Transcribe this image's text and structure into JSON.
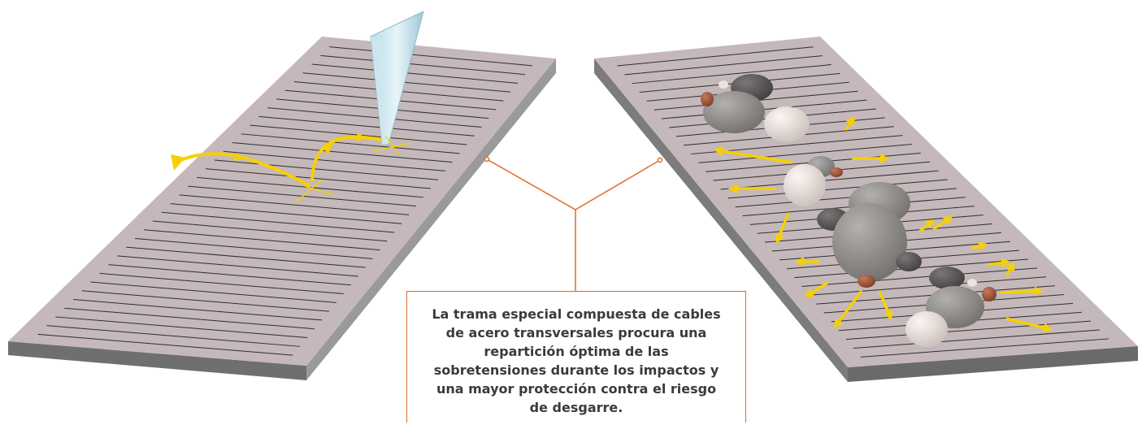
{
  "caption": {
    "text": "La trama especial compuesta de cables de acero transversales procura una repartición óptima de las sobretensiones durante los impactos y una mayor protección contra el riesgo de desgarre."
  },
  "panels": {
    "left": {
      "depicts": "belt-cut-by-blade",
      "cable_count": 34
    },
    "right": {
      "depicts": "belt-impact-from-rocks",
      "cable_count": 34
    }
  },
  "colors": {
    "belt_top": "#c4b8ba",
    "belt_edge": "#8e8e8e",
    "cable_line": "#2e2e2e",
    "arrow": "#f6d000",
    "callout_line": "#e06a2b",
    "caption_text": "#3b3b3b",
    "rock": "#8d8b89",
    "rock_dark": "#5b5857",
    "rock_light": "#ece4df",
    "pebble": "#a4543a"
  }
}
